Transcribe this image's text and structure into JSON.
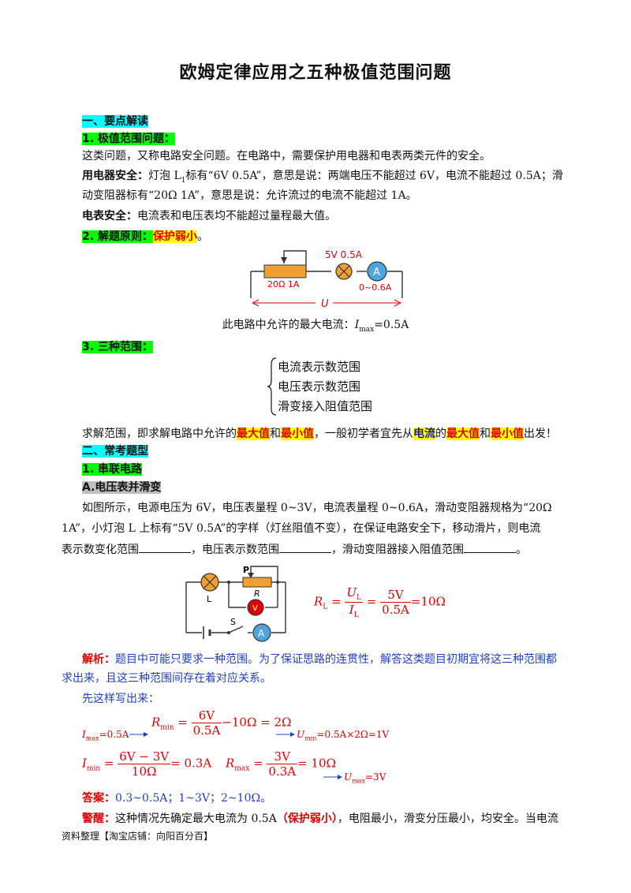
{
  "title": "欧姆定律应用之五种极值范围问题",
  "sec1": {
    "heading": "一、要点解读"
  },
  "p1": {
    "heading": "1. 极值范围问题：",
    "intro": "这类问题，又称电路安全问题。在电路中，需要保护用电器和电表两类元件的安全。",
    "appliance_label": "用电器安全：",
    "appliance_text_a": "灯泡 L",
    "appliance_sub": "1",
    "appliance_text_b": "标有“6V  0.5A”，意思是说：两端电压不能超过 6V，电流不能超过 0.5A；滑",
    "appliance_text_c": "动变阻器标有“20Ω  1A”，意思是说：允许流过的电流不能超过 1A。",
    "meter_label": "电表安全：",
    "meter_text": "电流表和电压表均不能超过量程最大值。"
  },
  "p2": {
    "heading": "2. 解题原则：",
    "principle": "保护弱小",
    "end": "。"
  },
  "circuit1": {
    "lamp_rating": "5V 0.5A",
    "rheostat_label": "20Ω  1A",
    "ammeter_symbol": "A",
    "ammeter_range": "0~0.6A",
    "voltage_label": "U",
    "caption_a": "此电路中允许的最大电流：",
    "caption_i": "I",
    "caption_sub": "max",
    "caption_b": "=0.5A"
  },
  "p3": {
    "heading": "3. 三种范围：",
    "ranges": [
      "电流表示数范围",
      "电压表示数范围",
      "滑变接入阻值范围"
    ],
    "solve": [
      "求解范围，即求解电路中允许的",
      "最大值",
      "和",
      "最小值",
      "，一般初学者宜先从",
      "电流",
      "的",
      "最大值",
      "和",
      "最小值",
      "出发！"
    ]
  },
  "sec2": {
    "heading": "二、常考题型"
  },
  "q1": {
    "heading": "1. 串联电路",
    "sub": "A.电压表并滑变",
    "text_a": "如图所示，电源电压为 6V，电压表量程 0~3V，电流表量程 0~0.6A，滑动变阻器规格为“20Ω",
    "text_b": "1A”，小灯泡 L 上标有“5V  0.5A”的字样（灯丝阻值不变），在保证电路安全下，移动滑片，则电流",
    "text_c1": "表示数变化范围",
    "text_c2": "，电压表示数范围",
    "text_c3": "，滑动变阻器接入阻值范围",
    "text_c4": "。"
  },
  "circuit2": {
    "lamp": "L",
    "slider": "P",
    "rheostat": "R",
    "voltmeter": "V",
    "switch": "S",
    "ammeter": "A"
  },
  "formula1": {
    "lhs": "R",
    "lhs_sub": "L",
    "num": "U",
    "num_sub": "L",
    "den": "I",
    "den_sub": "L",
    "num2": "5V",
    "den2": "0.5A",
    "result": "=10Ω"
  },
  "analysis": {
    "label": "解析：",
    "text_a": "题目中可能只要求一种范围。为了保证思路的连贯性，解答这类题目初期宜将这三种范围都",
    "text_b": "求出来，且这三种范围间存在着对应关系。",
    "write": "先这样写出来："
  },
  "steps": {
    "imax": "I",
    "imax_sub": "max",
    "imax_val": "=0.5A",
    "rmin": "R",
    "rmin_sub": "min",
    "rmin_num": "6V",
    "rmin_den": "0.5A",
    "rmin_rest": "−10Ω = 2Ω",
    "umin": "U",
    "umin_sub": "min",
    "umin_val": "=0.5A×2Ω=1V",
    "imin": "I",
    "imin_sub": "min",
    "imin_num": "6V − 3V",
    "imin_den": "10Ω",
    "imin_rest": "= 0.3A",
    "rmax": "R",
    "rmax_sub": "max",
    "rmax_num": "3V",
    "rmax_den": "0.3A",
    "rmax_rest": "= 10Ω",
    "umax": "U",
    "umax_sub": "max",
    "umax_val": "=3V"
  },
  "answer": {
    "label": "答案：",
    "text": "0.3~0.5A；1~3V；2~10Ω。"
  },
  "warning": {
    "label": "警醒：",
    "text_a": "这种情况先确定最大电流为 0.5A",
    "text_b": "（保护弱小）",
    "text_c": "，电阻最小，滑变分压最小，均安全。当电流"
  },
  "footer": "资料整理【淘宝店铺：向阳百分百】",
  "colors": {
    "cyan": "#00ffff",
    "green": "#00ff00",
    "yellow": "#ffff00",
    "red": "#e00000",
    "blue": "#1f3fbf",
    "lamp": "#f0a030",
    "rheostat": "#f0a030",
    "meter": "#4da6e0"
  }
}
